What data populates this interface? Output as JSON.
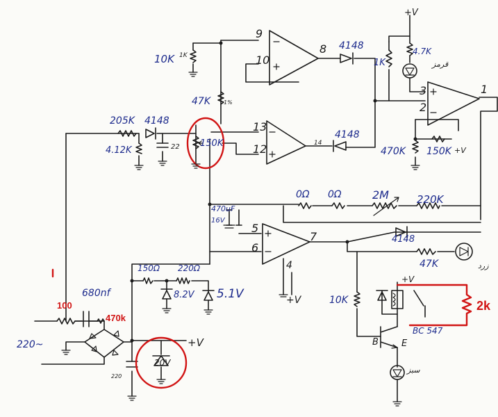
{
  "colors": {
    "ink": "#1b1b1b",
    "label": "#1c2a8c",
    "annotation": "#d11414"
  },
  "supply": {
    "top": "+V",
    "mid": "+V",
    "bottom": "+V",
    "relay": "+V",
    "right": "+V"
  },
  "input": {
    "mains": "220~",
    "cap": "680nf",
    "r_series": "100",
    "r_bleed": "470k"
  },
  "regulator": {
    "r1": "150Ω",
    "r2": "220Ω",
    "z1": "8.2V",
    "z2": "5.1V",
    "z_main": "20V",
    "cap": "220"
  },
  "sense": {
    "r205": "205K",
    "d1": "4148",
    "r412": "4.12K",
    "c22": "22",
    "pot": "150K"
  },
  "divider": {
    "r10": "10K",
    "r10_small": "1K",
    "r47": "47K",
    "r47_small": "1%"
  },
  "opamp_pins": {
    "a_inv": "9",
    "a_non": "10",
    "a_out": "8",
    "b_inv": "13",
    "b_non": "12",
    "b_out": "14",
    "c_non": "3",
    "c_inv": "2",
    "c_out": "1",
    "d_inv": "5",
    "d_non": "6",
    "d_out": "7",
    "d_gnd": "4"
  },
  "comparator": {
    "d_a": "4148",
    "r1k": "1K",
    "d_b": "4148",
    "r470": "470K",
    "r150": "150K"
  },
  "led": {
    "r47": "4.7K",
    "red_label": "قرمز",
    "yellow_label": "زرد",
    "green_label": "سبز"
  },
  "timer": {
    "cap": "470uF",
    "cap_v": "16V",
    "r0a": "0Ω",
    "r0b": "0Ω",
    "pot2m": "2M",
    "r220k": "220K",
    "diode": "4148",
    "r47k": "47K"
  },
  "driver": {
    "r10k": "10K",
    "transistor": "BC 547",
    "pin_b": "B",
    "pin_e": "E",
    "relay_r": "2k"
  }
}
